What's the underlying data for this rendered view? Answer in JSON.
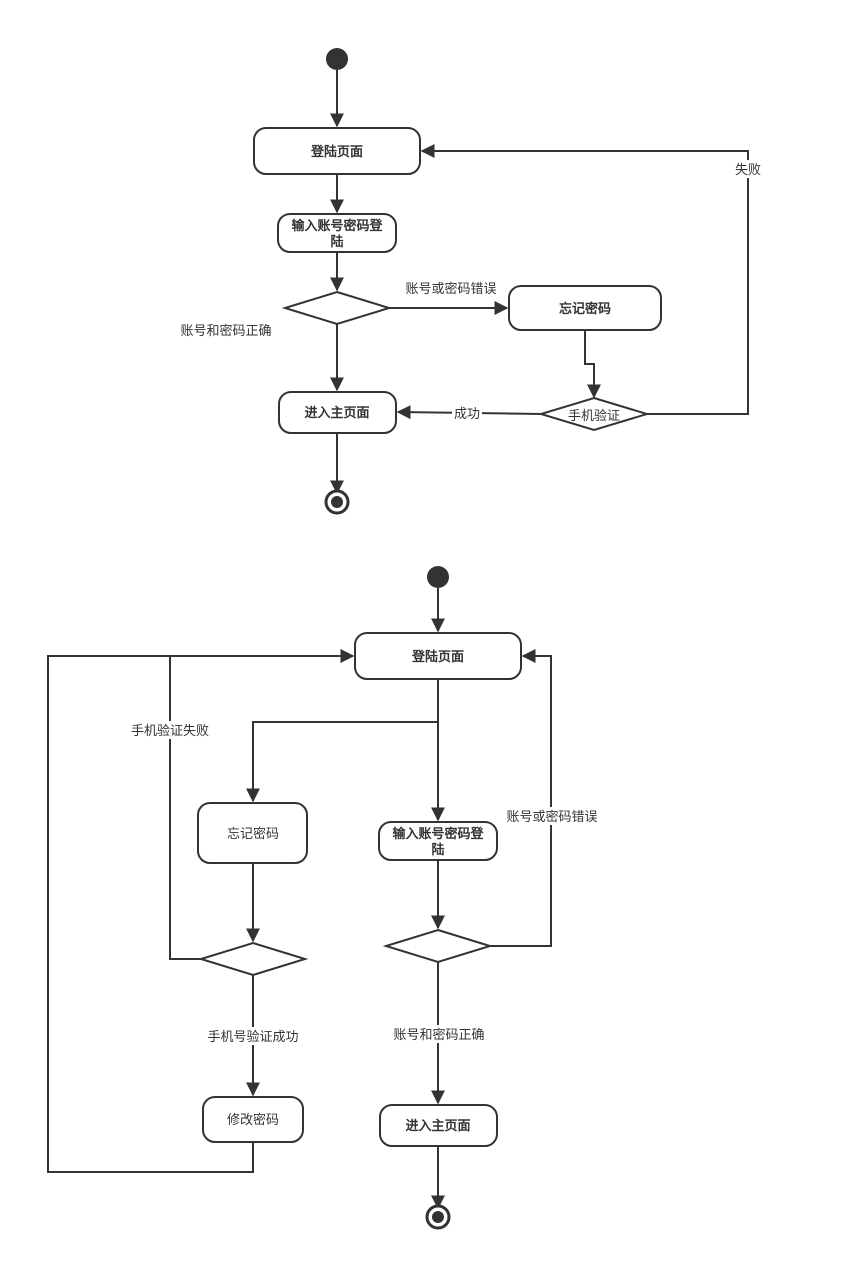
{
  "diagram1": {
    "login_page": "登陆页面",
    "input_login_line1": "输入账号密码登",
    "input_login_line2": "陆",
    "forgot_password": "忘记密码",
    "enter_main": "进入主页面",
    "phone_verify": "手机验证",
    "label_wrong": "账号或密码错误",
    "label_correct": "账号和密码正确",
    "label_success": "成功",
    "label_fail": "失败"
  },
  "diagram2": {
    "login_page": "登陆页面",
    "forgot_password": "忘记密码",
    "input_login_line1": "输入账号密码登",
    "input_login_line2": "陆",
    "modify_password": "修改密码",
    "enter_main": "进入主页面",
    "label_phone_fail": "手机验证失败",
    "label_wrong": "账号或密码错误",
    "label_phone_success": "手机号验证成功",
    "label_correct": "账号和密码正确"
  },
  "colors": {
    "stroke": "#333333",
    "background": "#ffffff"
  }
}
